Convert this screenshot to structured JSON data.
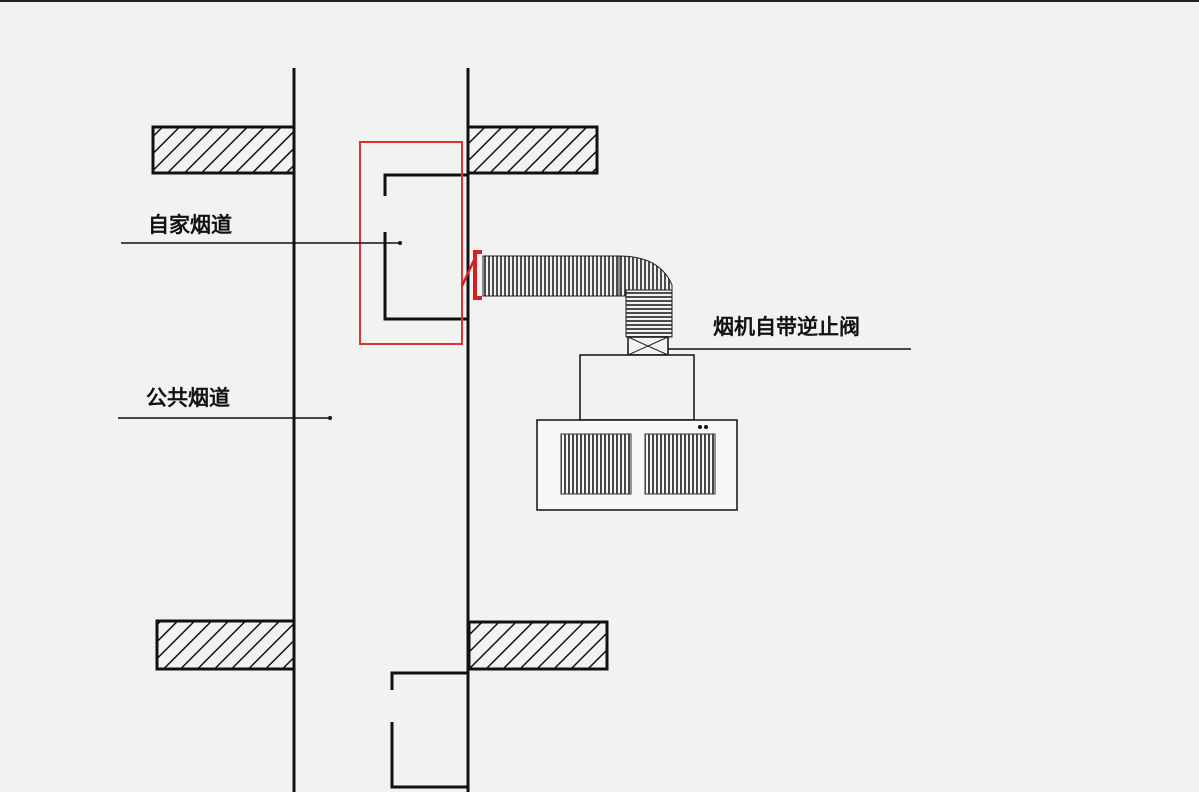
{
  "labels": {
    "own_flue": "自家烟道",
    "public_flue": "公共烟道",
    "check_valve": "烟机自带逆止阀"
  },
  "colors": {
    "background": "#f2f2f2",
    "ink": "#111111",
    "highlight": "#e0312f",
    "valve": "#d42020"
  }
}
